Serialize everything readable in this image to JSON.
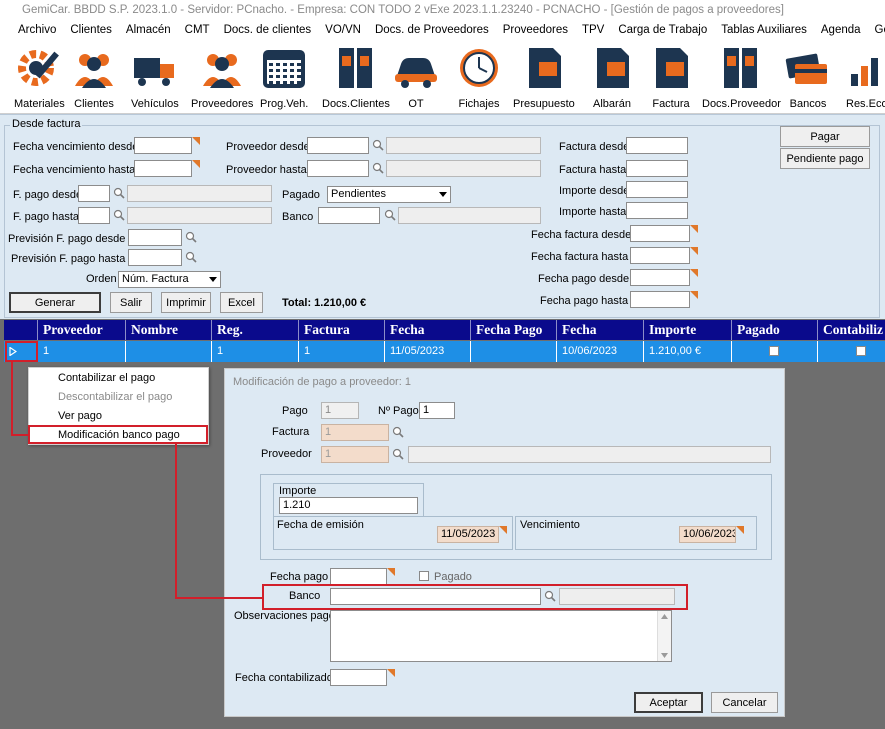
{
  "window": {
    "title": "GemiCar. BBDD S.P. 2023.1.0 - Servidor: PCnacho. - Empresa: CON TODO 2 vExe 2023.1.1.23240 - PCNACHO - [Gestión de pagos a proveedores]"
  },
  "menu": [
    "Archivo",
    "Clientes",
    "Almacén",
    "CMT",
    "Docs. de clientes",
    "VO/VN",
    "Docs. de Proveedores",
    "Proveedores",
    "TPV",
    "Carga de Trabajo",
    "Tablas Auxiliares",
    "Agenda",
    "GemiCont"
  ],
  "toolbar": [
    {
      "label": "Materiales",
      "icon": "materials-gear-icon"
    },
    {
      "label": "Clientes",
      "icon": "clients-people-icon"
    },
    {
      "label": "Vehículos",
      "icon": "vehicles-truck-icon"
    },
    {
      "label": "Proveedores",
      "icon": "suppliers-people-icon"
    },
    {
      "label": "Prog.Veh.",
      "icon": "calendar-icon"
    },
    {
      "label": "Docs.Clientes",
      "icon": "binders-icon"
    },
    {
      "label": "OT",
      "icon": "car-icon"
    },
    {
      "label": "Fichajes",
      "icon": "clock-icon"
    },
    {
      "label": "Presupuesto",
      "icon": "document-p-icon"
    },
    {
      "label": "Albarán",
      "icon": "document-a-icon"
    },
    {
      "label": "Factura",
      "icon": "document-f-icon"
    },
    {
      "label": "Docs.Proveedor",
      "icon": "binders-p-icon"
    },
    {
      "label": "Bancos",
      "icon": "credit-cards-icon"
    },
    {
      "label": "Res.Econ",
      "icon": "bar-chart-icon"
    }
  ],
  "filter": {
    "legend": "Desde factura",
    "fecha_venc_desde": "Fecha vencimiento desde",
    "fecha_venc_hasta": "Fecha vencimiento hasta",
    "proveedor_desde": "Proveedor desde",
    "proveedor_hasta": "Proveedor hasta",
    "factura_desde": "Factura desde",
    "factura_hasta": "Factura hasta",
    "fpago_desde": "F. pago desde",
    "fpago_hasta": "F. pago hasta",
    "pagado": "Pagado",
    "pagado_value": "Pendientes",
    "banco": "Banco",
    "importe_desde": "Importe desde",
    "importe_hasta": "Importe hasta",
    "prev_desde": "Previsión F. pago desde",
    "prev_hasta": "Previsión F. pago hasta",
    "fecha_factura_desde": "Fecha factura desde",
    "fecha_factura_hasta": "Fecha factura hasta",
    "fecha_pago_desde": "Fecha pago desde",
    "fecha_pago_hasta": "Fecha pago hasta",
    "orden": "Orden",
    "orden_value": "Núm. Factura",
    "generar": "Generar",
    "salir": "Salir",
    "imprimir": "Imprimir",
    "excel": "Excel",
    "total": "Total: 1.210,00 €",
    "pagar": "Pagar",
    "pendiente_pago": "Pendiente pago"
  },
  "grid": {
    "headers": [
      "Proveedor",
      "Nombre",
      "Reg.",
      "Factura",
      "Fecha",
      "Fecha Pago",
      "Fecha",
      "Importe",
      "Pagado",
      "Contabiliz"
    ],
    "row": {
      "proveedor": "1",
      "nombre": "",
      "reg": "1",
      "factura": "1",
      "fecha": "11/05/2023",
      "fecha_pago": "",
      "fecha_venc": "10/06/2023",
      "importe": "1.210,00 €"
    }
  },
  "context_menu": [
    {
      "label": "Contabilizar el pago",
      "enabled": true
    },
    {
      "label": "Descontabilizar el pago",
      "enabled": false
    },
    {
      "label": "Ver pago",
      "enabled": true
    },
    {
      "label": "Modificación banco pago",
      "enabled": true
    }
  ],
  "dialog": {
    "title": "Modificación de pago a proveedor: 1",
    "pago_label": "Pago",
    "pago_value": "1",
    "npago_label": "Nº Pago",
    "npago_value": "1",
    "factura_label": "Factura",
    "factura_value": "1",
    "proveedor_label": "Proveedor",
    "proveedor_value": "1",
    "importe_label": "Importe",
    "importe_value": "1.210",
    "fecha_emision_label": "Fecha de emisión",
    "fecha_emision_value": "11/05/2023 0",
    "vencimiento_label": "Vencimiento",
    "vencimiento_value": "10/06/2023",
    "fecha_pago_label": "Fecha pago",
    "pagado_label": "Pagado",
    "banco_label": "Banco",
    "observaciones_label": "Observaciones pago",
    "fecha_contabilizado_label": "Fecha contabilizado",
    "aceptar": "Aceptar",
    "cancelar": "Cancelar"
  },
  "colors": {
    "accent_red": "#d21f2a",
    "grid_header": "#0a0a8c",
    "selected_row": "#1e8fe6",
    "icon_orange": "#e86a1e",
    "icon_navy": "#1d3550"
  }
}
